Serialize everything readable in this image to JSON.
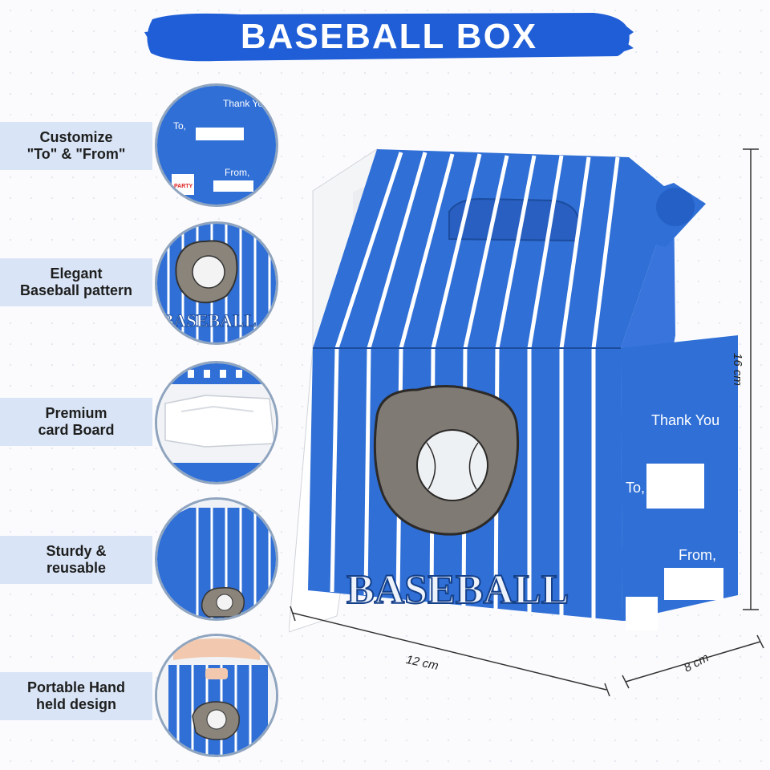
{
  "title": "BASEBALL BOX",
  "features": [
    {
      "line1": "Customize",
      "line2": "\"To\" & \"From\""
    },
    {
      "line1": "Elegant",
      "line2": "Baseball pattern"
    },
    {
      "line1": "Premium",
      "line2": "card Board"
    },
    {
      "line1": "Sturdy &",
      "line2": "reusable"
    },
    {
      "line1": "Portable Hand",
      "line2": "held design"
    }
  ],
  "card": {
    "thank_you": "Thank You",
    "to": "To,",
    "from": "From,",
    "party_badge": "PARTY"
  },
  "box_text": {
    "baseball": "BASEBALL",
    "thank_you": "Thank You",
    "to": "To,",
    "from": "From,"
  },
  "dimensions": {
    "height": "16 cm",
    "width": "12 cm",
    "depth": "8 cm"
  },
  "colors": {
    "box_blue": "#2e6bd1",
    "banner_blue": "#1f5ed6",
    "label_bg": "#d9e5f6",
    "glove": "#7f7a73"
  }
}
